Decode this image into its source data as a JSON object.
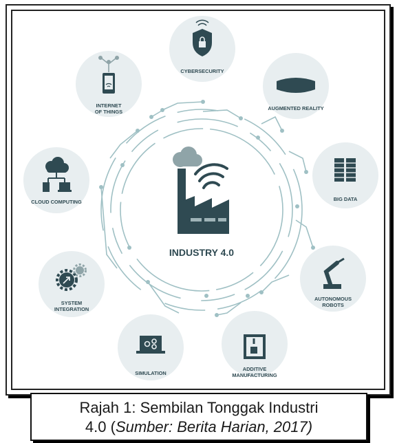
{
  "center": {
    "label": "INDUSTRY 4.0"
  },
  "pillars": {
    "cybersecurity": "CYBERSECURITY",
    "augmented_reality": "AUGMENTED REALITY",
    "big_data": "BIG DATA",
    "autonomous_robots_1": "AUTONOMOUS",
    "autonomous_robots_2": "ROBOTS",
    "additive_1": "ADDITIVE",
    "additive_2": "MANUFACTURING",
    "simulation": "SIMULATION",
    "system_integration_1": "SYSTEM",
    "system_integration_2": "INTEGRATION",
    "cloud_computing": "CLOUD COMPUTING",
    "iot_1": "INTERNET",
    "iot_2": "OF THINGS"
  },
  "caption": {
    "line1": "Rajah 1: Sembilan Tonggak Industri",
    "line2_prefix": "4.0 (",
    "line2_source": "Sumber: Berita Harian, 2017)"
  },
  "colors": {
    "circle_bg": "#e8eef0",
    "icon_dark": "#2f4a52",
    "circuit": "#9fc0c4",
    "smoke": "#8fa4a8"
  }
}
